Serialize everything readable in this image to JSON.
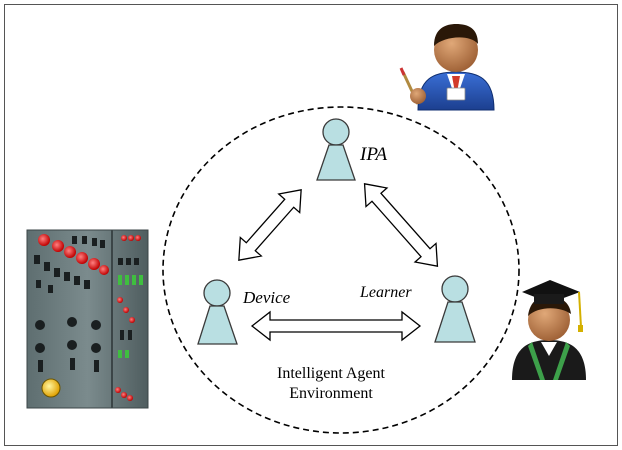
{
  "diagram": {
    "nodes": {
      "ipa": {
        "label": "IPA"
      },
      "device": {
        "label": "Device"
      },
      "learner": {
        "label": "Learner"
      }
    },
    "environment": {
      "line1": "Intelligent Agent",
      "line2": "Environment"
    },
    "edges": [
      {
        "from": "ipa",
        "to": "device",
        "style": "double-headed hollow arrow"
      },
      {
        "from": "ipa",
        "to": "learner",
        "style": "double-headed hollow arrow"
      },
      {
        "from": "device",
        "to": "learner",
        "style": "double-headed hollow arrow"
      }
    ],
    "colors": {
      "agent_fill": "#b9dfe2",
      "agent_stroke": "#3a3a3a",
      "frame_stroke": "#555555",
      "circle_stroke": "#000000"
    },
    "images": {
      "top_right": "teacher-avatar-icon",
      "bottom_right": "graduate-avatar-icon",
      "left": "control-panel-image"
    }
  }
}
